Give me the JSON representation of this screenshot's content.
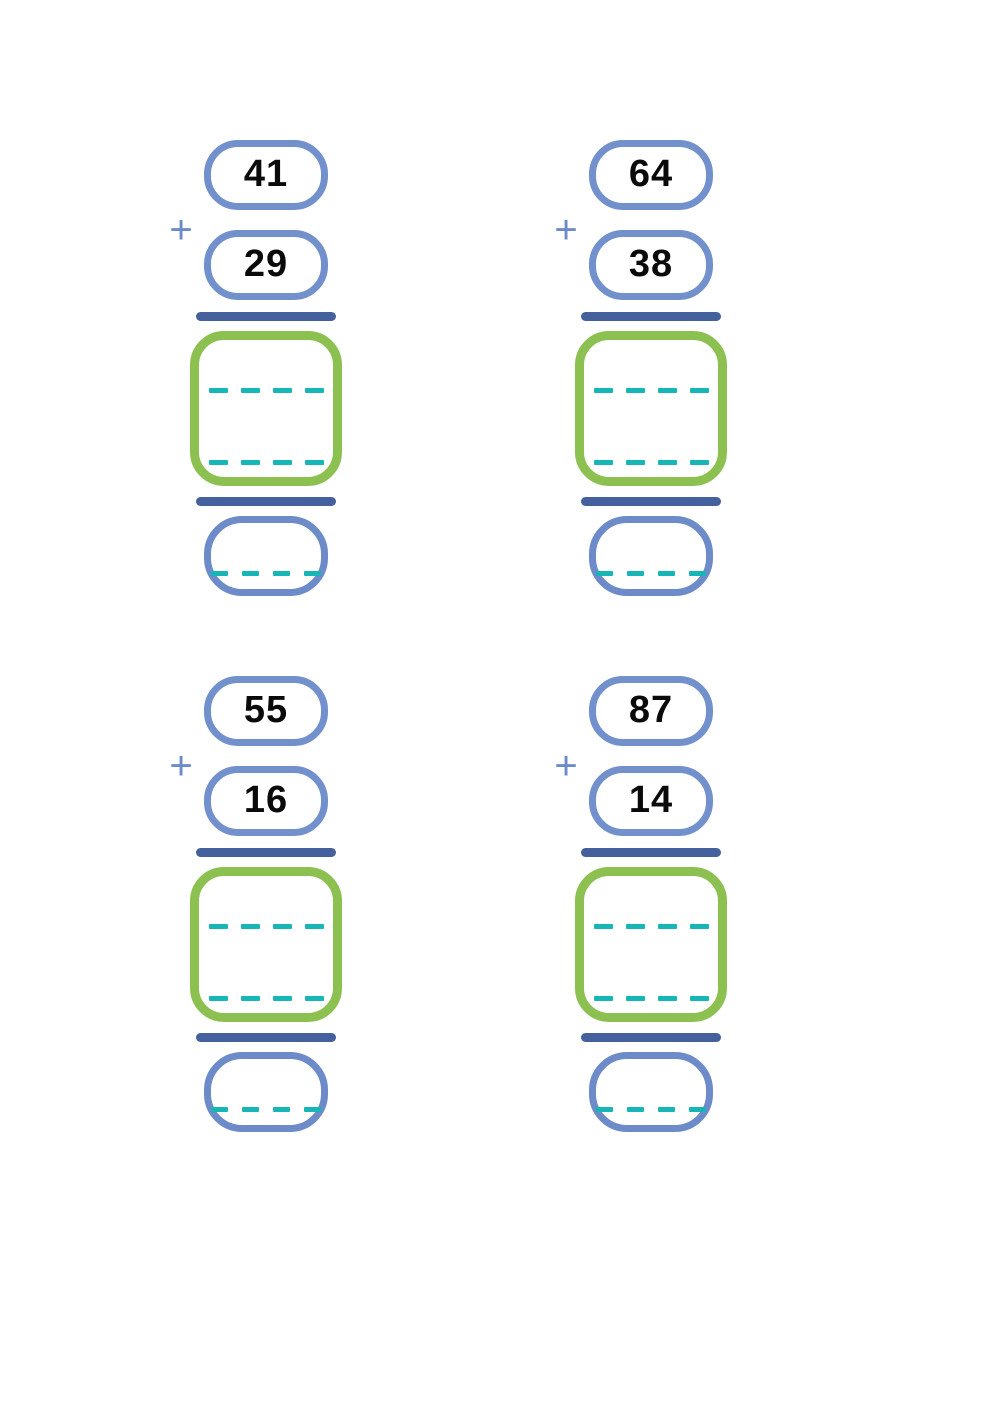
{
  "worksheet": {
    "title": "Two-digit addition with regrouping worksheet",
    "operator_symbol": "+",
    "colors": {
      "addend_border": "#7290CB",
      "answer_border": "#6C8BC8",
      "work_box_border": "#8CC152",
      "rule": "#44619E",
      "dash": "#16B6B6",
      "operator": "#6C8BC8",
      "page_background": "#FFFFFF"
    },
    "problems": [
      {
        "id": "problem-1",
        "operator": "+",
        "addend_top": "41",
        "addend_bottom": "29",
        "work_dashes_top": [
          "-",
          "-",
          "-",
          "-"
        ],
        "work_dashes_bottom": [
          "-",
          "-",
          "-",
          "-"
        ],
        "answer_dashes": [
          "-",
          "-",
          "-",
          "-"
        ],
        "answer_value": ""
      },
      {
        "id": "problem-2",
        "operator": "+",
        "addend_top": "64",
        "addend_bottom": "38",
        "work_dashes_top": [
          "-",
          "-",
          "-",
          "-"
        ],
        "work_dashes_bottom": [
          "-",
          "-",
          "-",
          "-"
        ],
        "answer_dashes": [
          "-",
          "-",
          "-",
          "-"
        ],
        "answer_value": ""
      },
      {
        "id": "problem-3",
        "operator": "+",
        "addend_top": "55",
        "addend_bottom": "16",
        "work_dashes_top": [
          "-",
          "-",
          "-",
          "-"
        ],
        "work_dashes_bottom": [
          "-",
          "-",
          "-",
          "-"
        ],
        "answer_dashes": [
          "-",
          "-",
          "-",
          "-"
        ],
        "answer_value": ""
      },
      {
        "id": "problem-4",
        "operator": "+",
        "addend_top": "87",
        "addend_bottom": "14",
        "work_dashes_top": [
          "-",
          "-",
          "-",
          "-"
        ],
        "work_dashes_bottom": [
          "-",
          "-",
          "-",
          "-"
        ],
        "answer_dashes": [
          "-",
          "-",
          "-",
          "-"
        ],
        "answer_value": ""
      }
    ]
  }
}
